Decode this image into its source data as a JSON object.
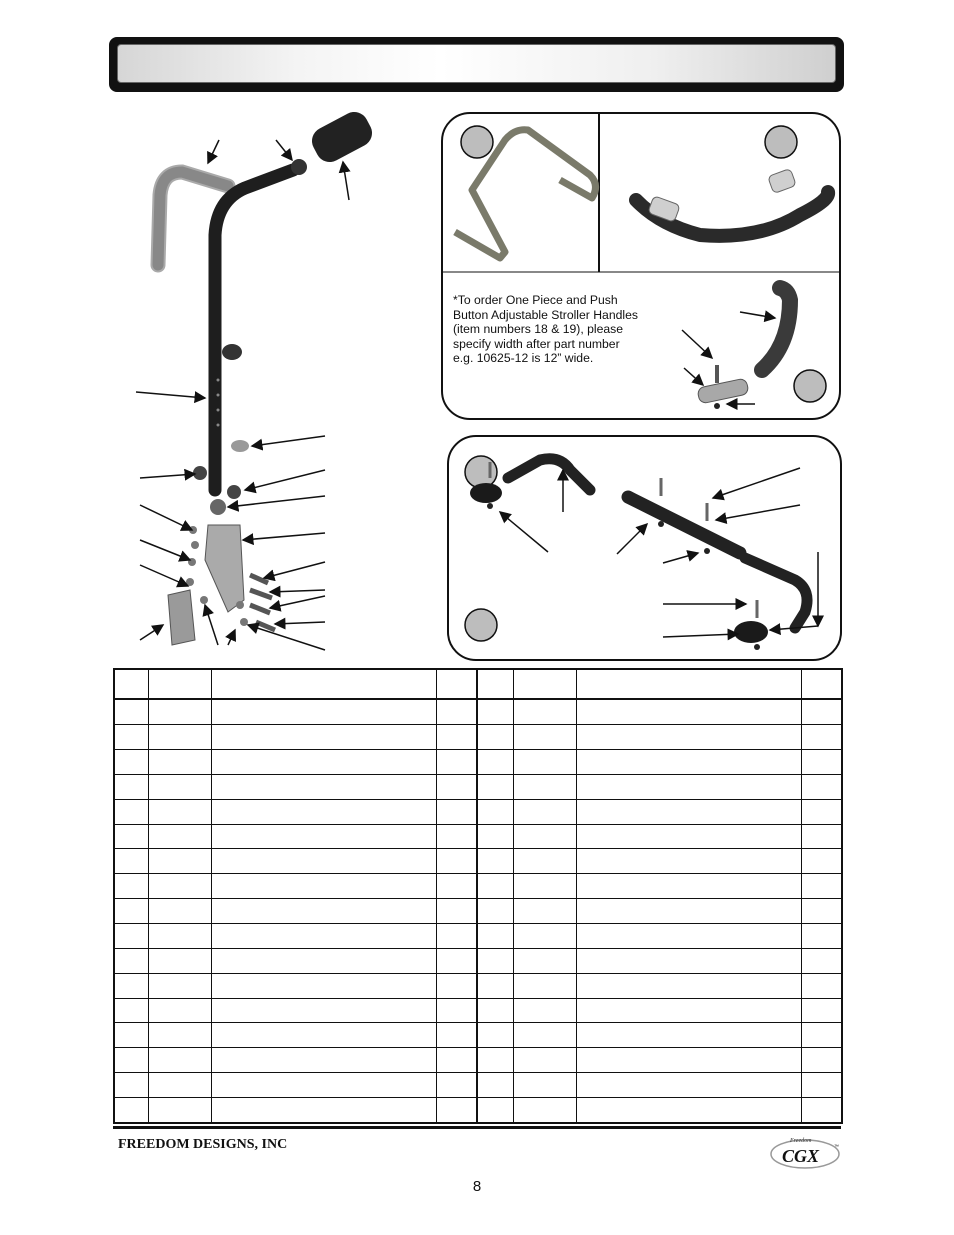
{
  "header": {
    "title": ""
  },
  "note": {
    "lines": [
      "*To order One Piece and Push",
      "Button Adjustable Stroller Handles",
      "(item numbers 18 & 19), please",
      "specify width after part number",
      "e.g. 10625-12 is 12” wide."
    ]
  },
  "footer": {
    "company": "FREEDOM DESIGNS, INC",
    "page_number": "8",
    "logo_script": "Freedom",
    "logo_mark": "CGX",
    "logo_tm": "™"
  },
  "table": {
    "rows": 18,
    "columns": 8
  },
  "colors": {
    "frame": "#111111",
    "tube": "#1e1e1e",
    "hardware": "#9a9a9a",
    "marker": "#bdbdbd"
  }
}
